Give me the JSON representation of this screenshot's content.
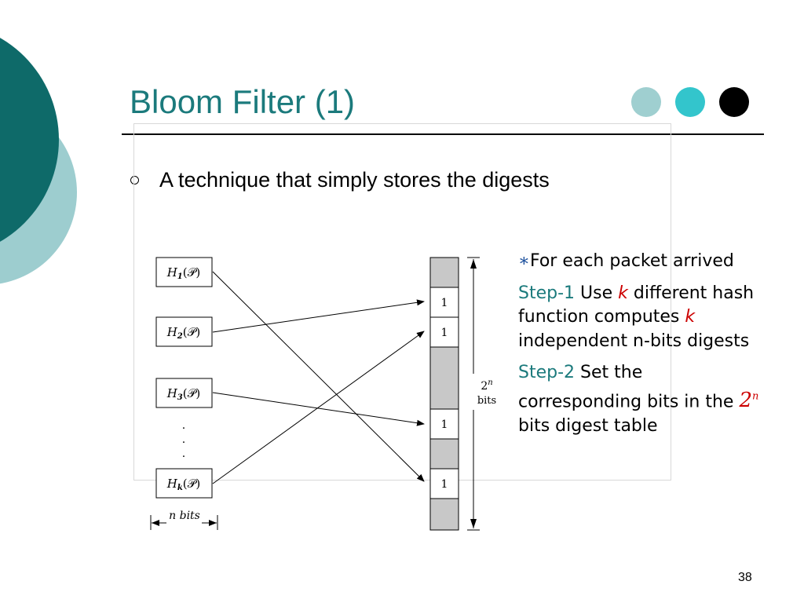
{
  "slide": {
    "title": "Bloom Filter (1)",
    "bullet": "A technique that simply stores the digests",
    "page_number": "38"
  },
  "colors": {
    "dark_teal": "#0e6a69",
    "light_teal": "#9dcdcf",
    "title_teal": "#1b7a7c",
    "dot_1": "#9fcfd0",
    "dot_2": "#33c5cc",
    "dot_3": "#000000",
    "cell_gray": "#c8c8c8",
    "highlight_red": "#cc0000"
  },
  "diagram": {
    "hash_boxes": [
      {
        "func": "H",
        "sub": "1",
        "arg": "(𝒫)"
      },
      {
        "func": "H",
        "sub": "2",
        "arg": "(𝒫)"
      },
      {
        "func": "H",
        "sub": "3",
        "arg": "(𝒫)"
      },
      {
        "func": "H",
        "sub": "k",
        "arg": "(𝒫)"
      }
    ],
    "ellipsis": ".",
    "width_label": "n bits",
    "table_cells": [
      "",
      "1",
      "1",
      "",
      "1",
      "",
      "1",
      ""
    ],
    "table_size_base": "2",
    "table_size_exp": "n",
    "table_size_unit": "bits"
  },
  "notes": {
    "star": "∗",
    "intro": "For each packet arrived",
    "step1_label": "Step-1",
    "step1_a": " Use ",
    "step1_k1": "k",
    "step1_b": " different hash function computes ",
    "step1_k2": "k",
    "step1_c": " independent n-bits digests",
    "step2_label": "Step-2",
    "step2_a": " Set the corresponding bits in the ",
    "step2_base": "2",
    "step2_exp": "n",
    "step2_b": " bits digest table"
  }
}
